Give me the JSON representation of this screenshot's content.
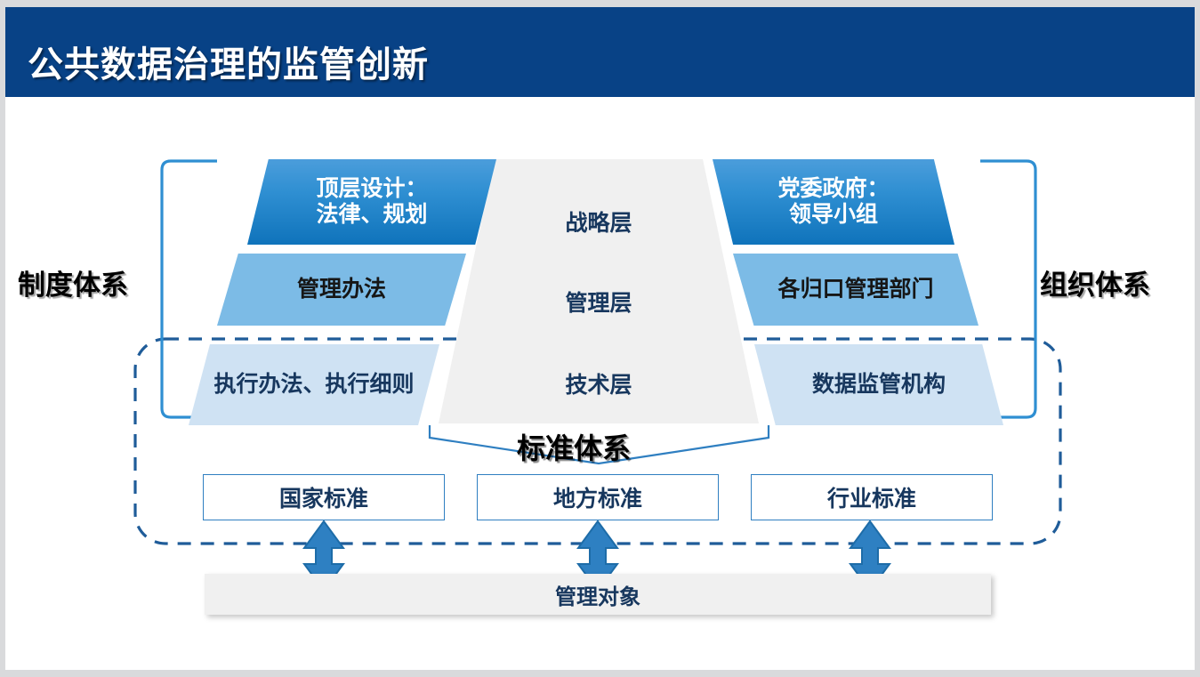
{
  "slide": {
    "title": "公共数据治理的监管创新",
    "title_bar_color": "#084286",
    "background": "#ffffff"
  },
  "diagram": {
    "type": "layered-governance-framework",
    "side_labels": {
      "left": "制度体系",
      "right": "组织体系",
      "center_bottom": "标准体系"
    },
    "center_pyramid": {
      "shape": "trapezoid",
      "fill": "#f0f0f0",
      "levels": [
        {
          "label": "战略层"
        },
        {
          "label": "管理层"
        },
        {
          "label": "技术层"
        }
      ]
    },
    "left_column": {
      "header": "制度体系",
      "items": [
        {
          "label": "顶层设计：\n法律、规划",
          "line1": "顶层设计：",
          "line2": "法律、规划",
          "level": 1,
          "fill": "#2f8fd2",
          "text_color": "#ffffff"
        },
        {
          "label": "管理办法",
          "line1": "管理办法",
          "line2": "",
          "level": 2,
          "fill": "#7cbbe6",
          "text_color": "#161616"
        },
        {
          "label": "执行办法、执行细则",
          "line1": "执行办法、执行细则",
          "line2": "",
          "level": 3,
          "fill": "#cfe2f3",
          "text_color": "#17375e"
        }
      ]
    },
    "right_column": {
      "header": "组织体系",
      "items": [
        {
          "label": "党委政府：\n领导小组",
          "line1": "党委政府：",
          "line2": "领导小组",
          "level": 1,
          "fill": "#2f8fd2",
          "text_color": "#ffffff"
        },
        {
          "label": "各归口管理部门",
          "line1": "各归口管理部门",
          "line2": "",
          "level": 2,
          "fill": "#7cbbe6",
          "text_color": "#161616"
        },
        {
          "label": "数据监管机构",
          "line1": "数据监管机构",
          "line2": "",
          "level": 3,
          "fill": "#cfe2f3",
          "text_color": "#17375e"
        }
      ]
    },
    "standards": {
      "header": "标准体系",
      "items": [
        {
          "label": "国家标准"
        },
        {
          "label": "地方标准"
        },
        {
          "label": "行业标准"
        }
      ]
    },
    "managed_object": {
      "label": "管理对象",
      "fill": "#f0f0f0"
    },
    "connectors": {
      "arrow_count": 3,
      "arrow_style": "double-headed-vertical",
      "arrow_color": "#2e80c2",
      "dashed_region_color": "#1f5c99",
      "bracket_color": "#2f8fd2"
    }
  },
  "colors": {
    "brand_blue": "#084286",
    "accent_blue": "#2f8fd2",
    "light_blue": "#7cbbe6",
    "pale_blue": "#cfe2f3",
    "navy_text": "#17375e",
    "panel_gray": "#f0f0f0"
  }
}
